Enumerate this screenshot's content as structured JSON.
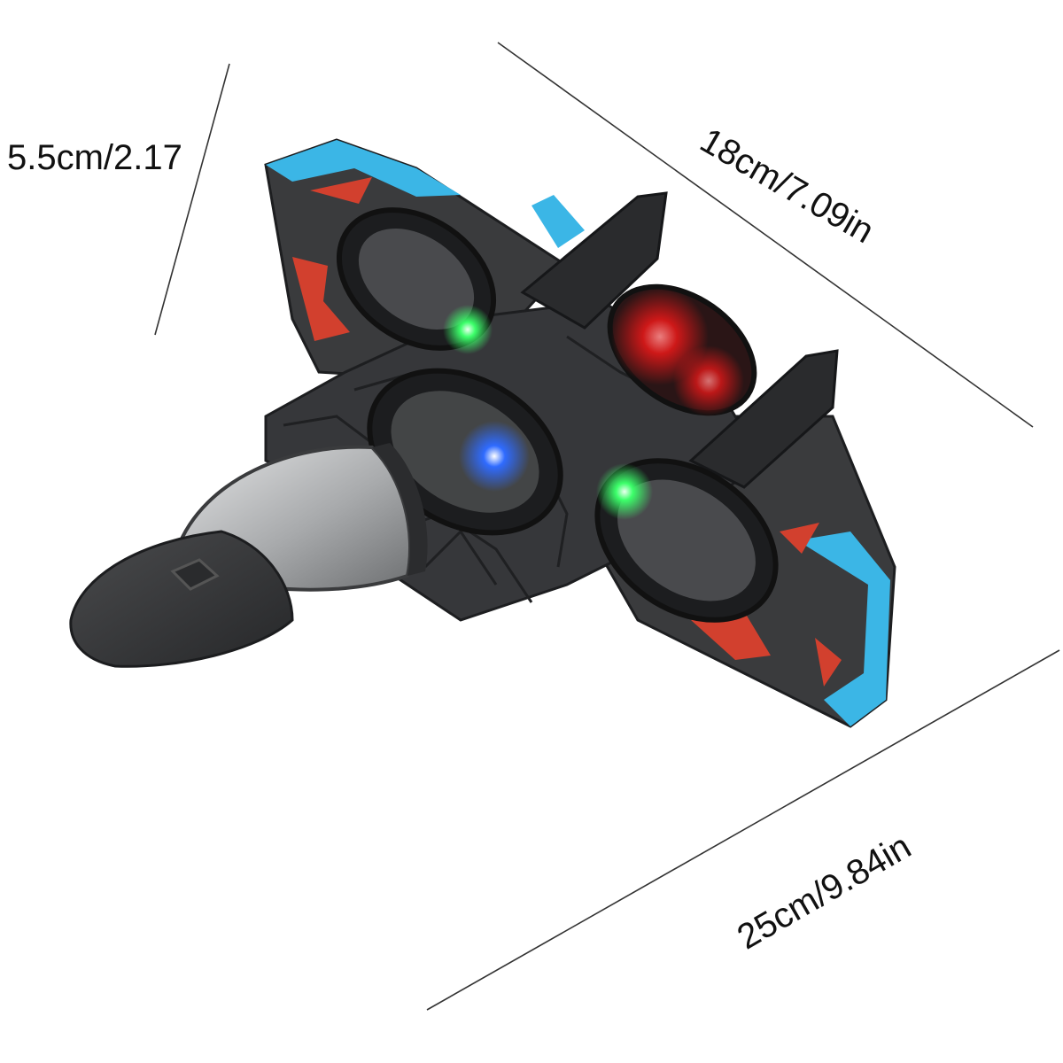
{
  "dimensions": {
    "height": "5.5cm/2.17",
    "width": "18cm/7.09in",
    "length": "25cm/9.84in"
  },
  "colors": {
    "body": "#3a3b3d",
    "body_dark": "#222325",
    "accent_blue": "#3bb6e6",
    "accent_red": "#d2402e",
    "canopy": "#bfc1c3",
    "led_green": "#3cff6a",
    "led_blue": "#2f6bff",
    "led_red": "#ff2a2a",
    "dimension_line": "#333333"
  }
}
